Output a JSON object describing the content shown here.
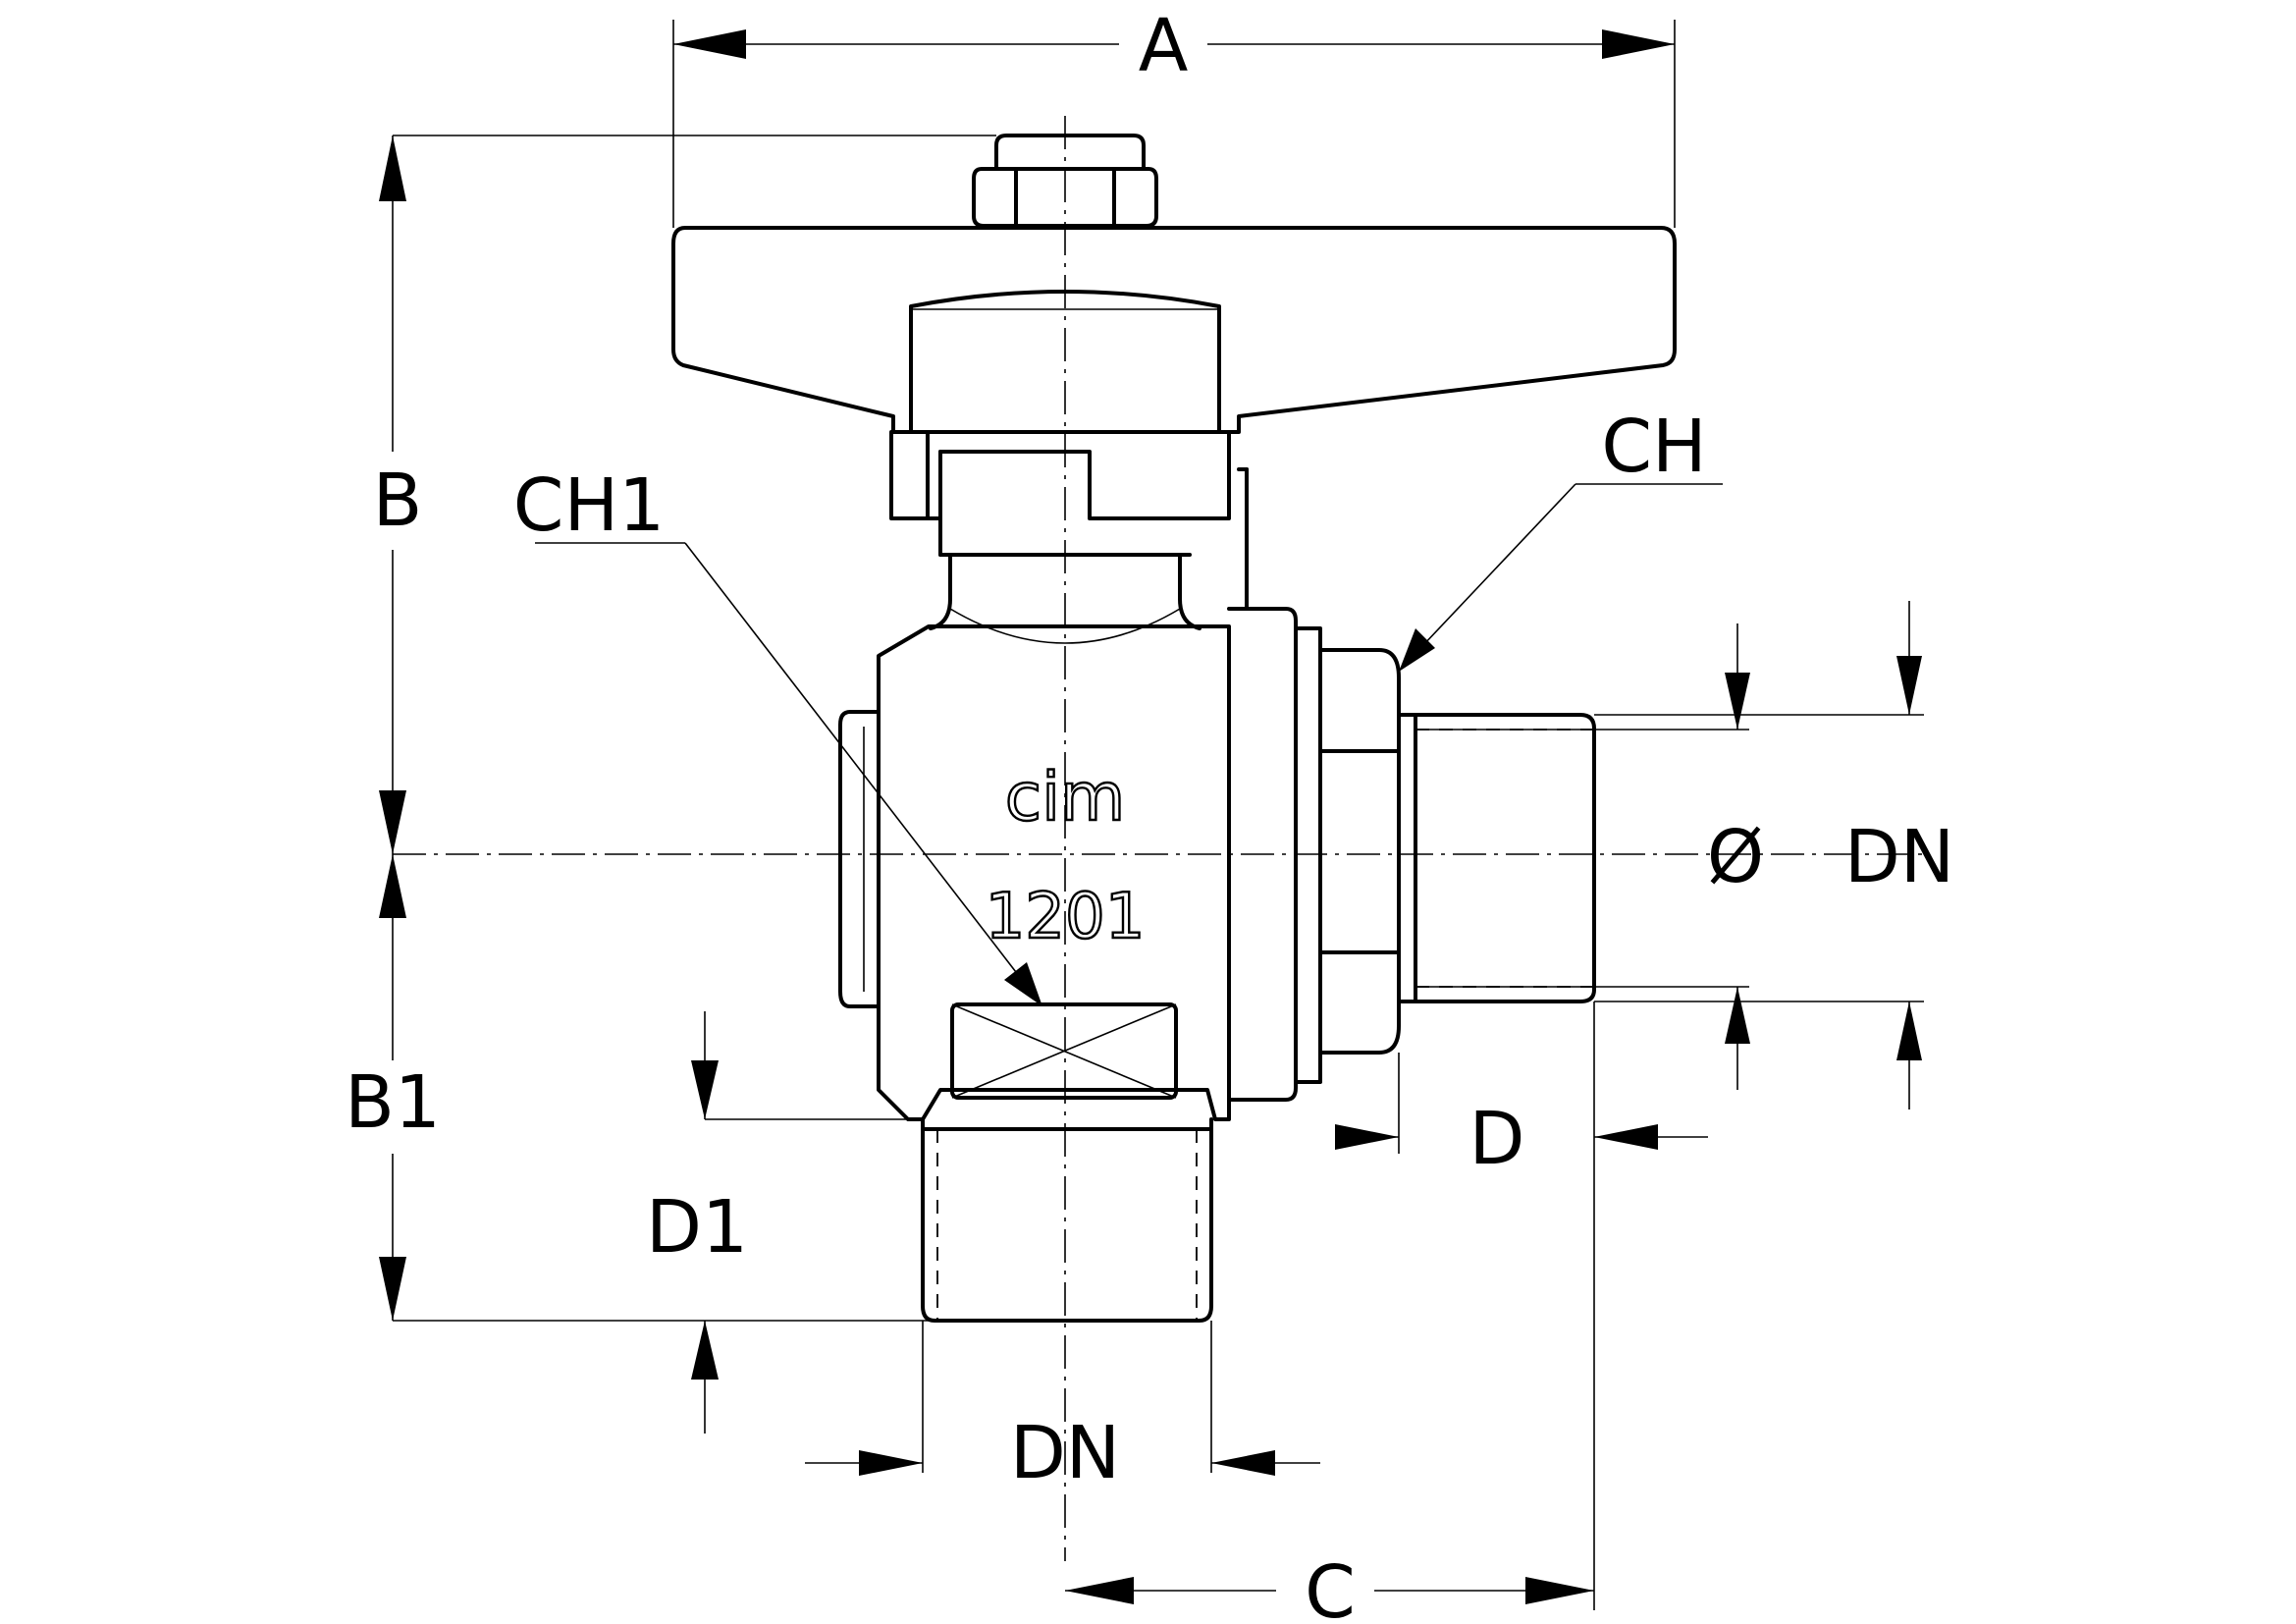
{
  "labels": {
    "a": "A",
    "b": "B",
    "b1": "B1",
    "c": "C",
    "ch": "CH",
    "ch1": "CH1",
    "d": "D",
    "d1": "D1",
    "dn_bottom": "DN",
    "dn_right": "DN",
    "diameter": "Ø"
  },
  "body_markings": {
    "brand": "cim",
    "model": "1201"
  }
}
